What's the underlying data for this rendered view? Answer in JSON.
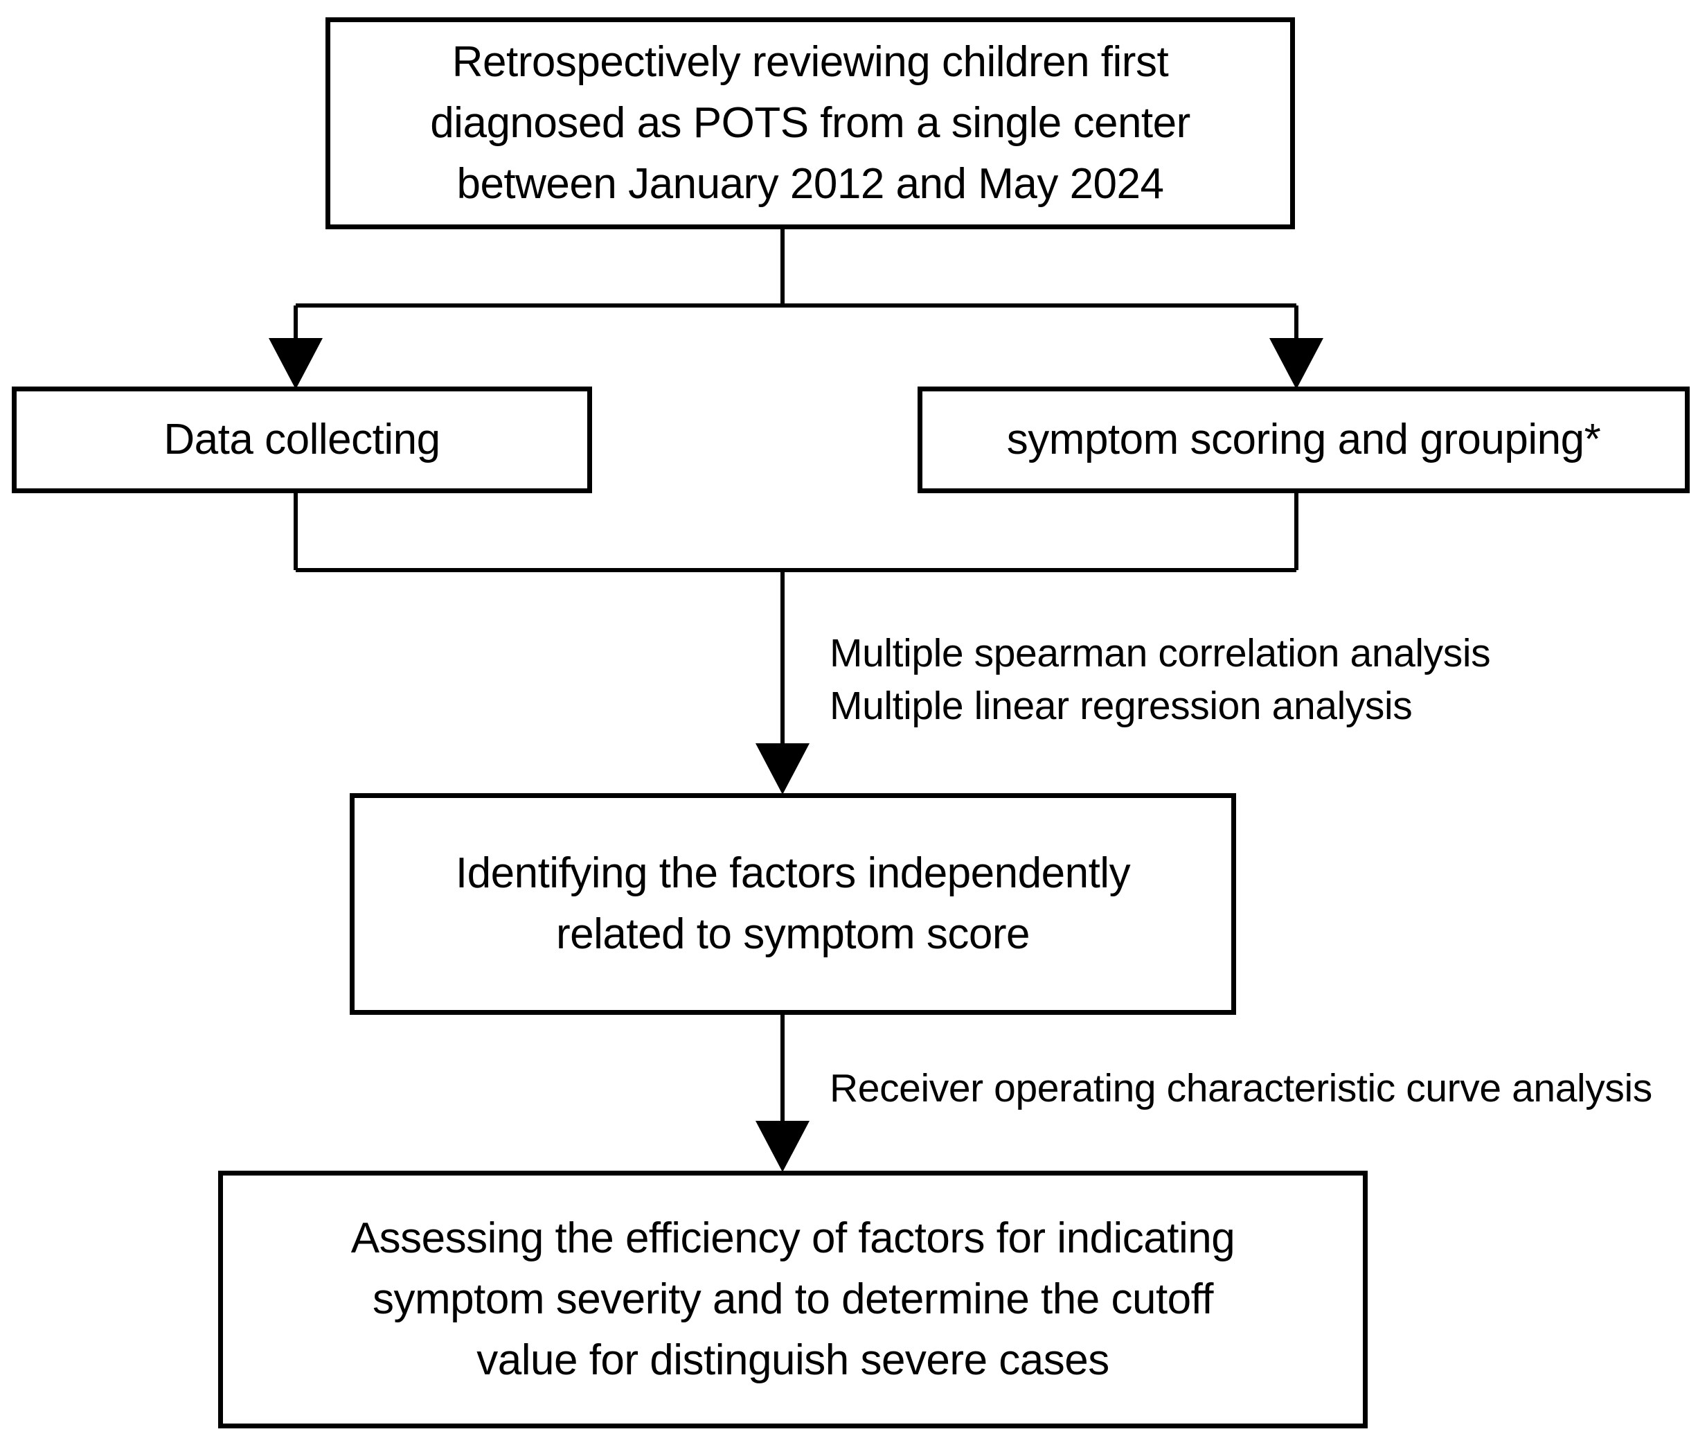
{
  "diagram": {
    "title": "POTS symptom score study flowchart",
    "colors": {
      "background": "#ffffff",
      "stroke": "#000000",
      "text": "#000000",
      "box_fill": "#ffffff"
    },
    "nodes": [
      {
        "id": "top",
        "name": "study-population-box",
        "text": "Retrospectively reviewing children first\ndiagnosed as POTS from a single center\nbetween January 2012 and May 2024"
      },
      {
        "id": "data-collecting",
        "name": "data-collecting-box",
        "text": "Data collecting"
      },
      {
        "id": "symptom-scoring",
        "name": "symptom-scoring-box",
        "text": "symptom scoring and grouping*"
      },
      {
        "id": "identifying",
        "name": "identifying-factors-box",
        "text": "Identifying the factors independently\nrelated to symptom score"
      },
      {
        "id": "assessing",
        "name": "assessing-efficiency-box",
        "text": "Assessing the efficiency of factors for indicating\nsymptom severity and to determine the cutoff\nvalue for distinguish severe cases"
      }
    ],
    "edge_labels": [
      {
        "id": "stats",
        "name": "statistics-method-label",
        "line1": "Multiple spearman correlation analysis",
        "line2": "Multiple linear regression analysis",
        "text": "Multiple spearman correlation analysis\nMultiple linear regression analysis"
      },
      {
        "id": "roc",
        "name": "roc-method-label",
        "text": "Receiver operating characteristic curve analysis"
      }
    ],
    "connectors": [
      {
        "name": "top-to-split-trunk",
        "from": "top",
        "to": "split-bus",
        "arrowhead": false
      },
      {
        "name": "split-to-data-collecting",
        "from": "split-bus",
        "to": "data-collecting",
        "arrowhead": true
      },
      {
        "name": "split-to-symptom-scoring",
        "from": "split-bus",
        "to": "symptom-scoring",
        "arrowhead": true
      },
      {
        "name": "data-collecting-to-merge",
        "from": "data-collecting",
        "to": "merge-bus",
        "arrowhead": false
      },
      {
        "name": "symptom-scoring-to-merge",
        "from": "symptom-scoring",
        "to": "merge-bus",
        "arrowhead": false
      },
      {
        "name": "merge-to-identifying",
        "from": "merge-bus",
        "to": "identifying",
        "arrowhead": true
      },
      {
        "name": "identifying-to-assessing",
        "from": "identifying",
        "to": "assessing",
        "arrowhead": true
      }
    ]
  }
}
